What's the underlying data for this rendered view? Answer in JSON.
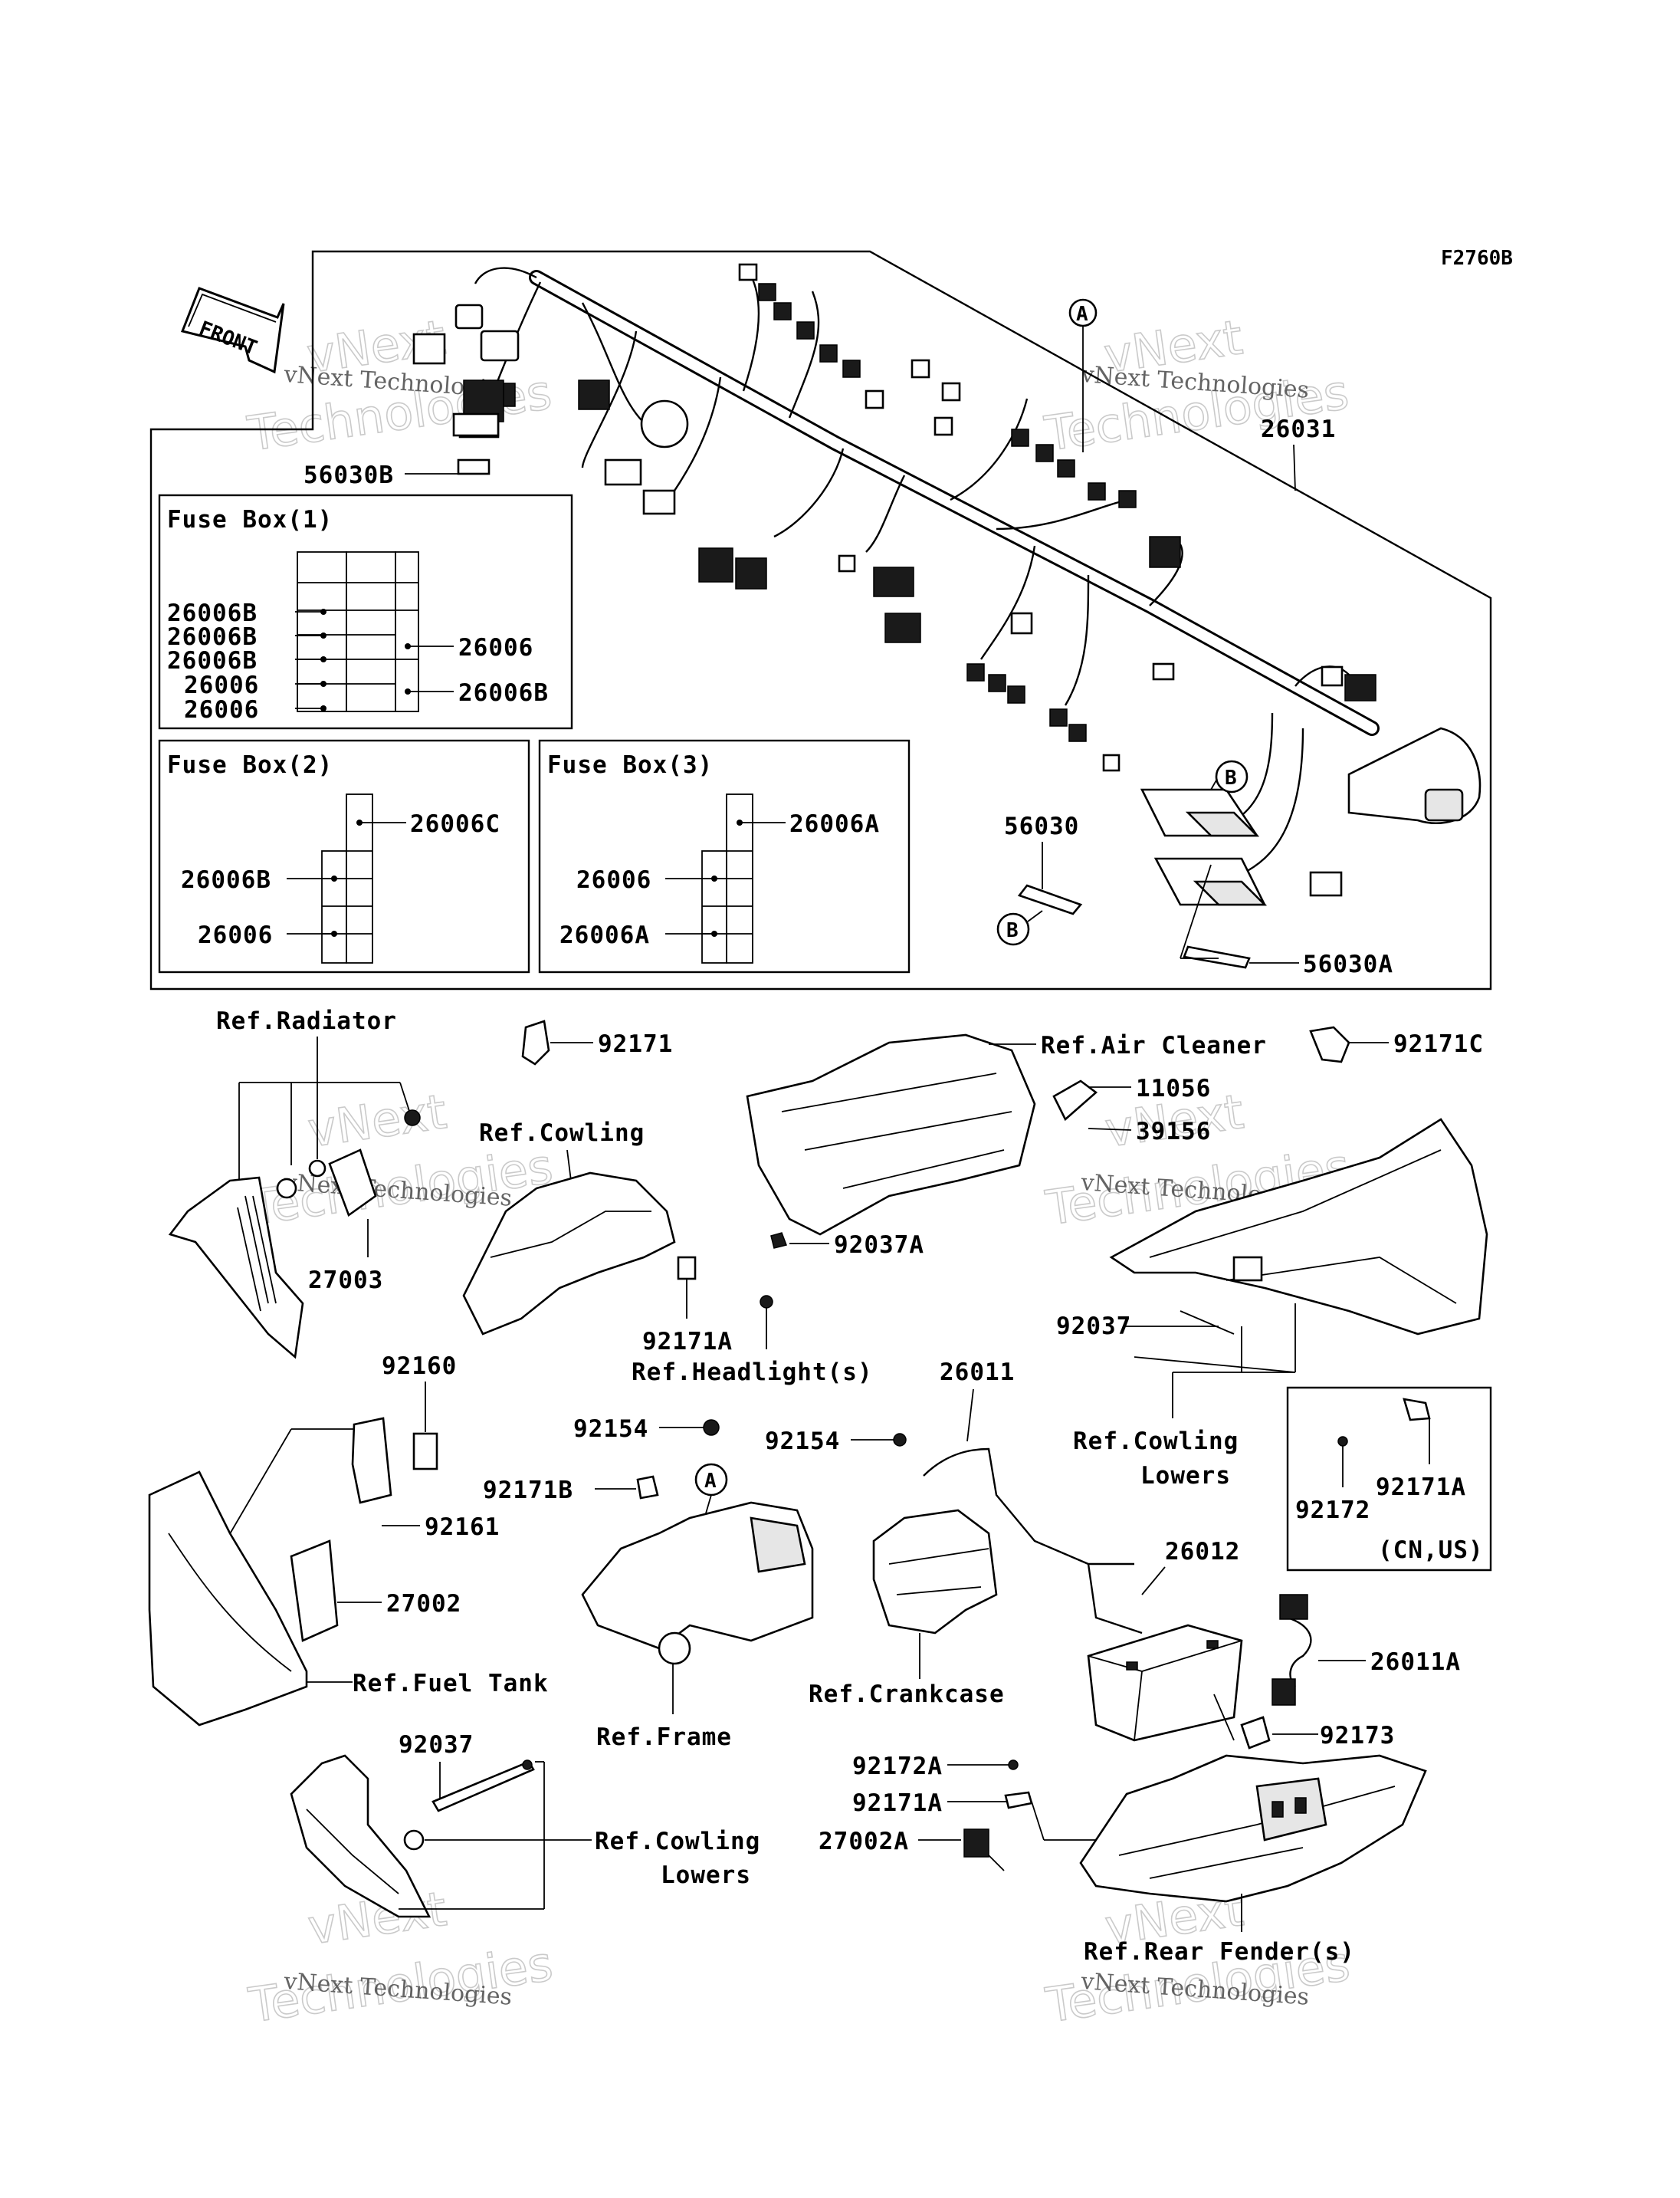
{
  "diagram_code": "F2760B",
  "front_label": "FRONT",
  "watermark": {
    "line1": "vNext",
    "line2": "Technologies",
    "small": "vNext Technologies"
  },
  "fuse_boxes": {
    "box1": {
      "title": "Fuse Box(1)",
      "left_labels": [
        "26006B",
        "26006B",
        "26006B",
        "26006",
        "26006"
      ],
      "right_labels": [
        "26006",
        "26006B"
      ]
    },
    "box2": {
      "title": "Fuse Box(2)",
      "labels": [
        "26006C",
        "26006B",
        "26006"
      ]
    },
    "box3": {
      "title": "Fuse Box(3)",
      "labels": [
        "26006A",
        "26006",
        "26006A"
      ]
    }
  },
  "callouts": {
    "c_56030B": "56030B",
    "c_26031": "26031",
    "c_56030": "56030",
    "c_56030A": "56030A",
    "c_A_top": "A",
    "c_B1": "B",
    "c_B2": "B",
    "c_ref_radiator": "Ref.Radiator",
    "c_92171": "92171",
    "c_ref_air_cleaner": "Ref.Air Cleaner",
    "c_92171C": "92171C",
    "c_ref_cowling": "Ref.Cowling",
    "c_11056": "11056",
    "c_39156": "39156",
    "c_27003": "27003",
    "c_92037A": "92037A",
    "c_92171A_a": "92171A",
    "c_ref_headlight": "Ref.Headlight(s)",
    "c_92037_a": "92037",
    "c_ref_cowling_lowers_a1": "Ref.Cowling",
    "c_ref_cowling_lowers_a2": "Lowers",
    "c_92160": "92160",
    "c_26011": "26011",
    "c_92154_a": "92154",
    "c_92154_b": "92154",
    "c_92171B": "92171B",
    "c_A_mid": "A",
    "c_92161": "92161",
    "c_92172": "92172",
    "c_92171A_b": "92171A",
    "c_cn_us": "(CN,US)",
    "c_26012": "26012",
    "c_27002": "27002",
    "c_26011A": "26011A",
    "c_ref_fuel_tank": "Ref.Fuel Tank",
    "c_ref_crankcase": "Ref.Crankcase",
    "c_92173": "92173",
    "c_ref_frame": "Ref.Frame",
    "c_92037_b": "92037",
    "c_92172A": "92172A",
    "c_92171A_c": "92171A",
    "c_27002A": "27002A",
    "c_ref_cowling_lowers_b1": "Ref.Cowling",
    "c_ref_cowling_lowers_b2": "Lowers",
    "c_ref_rear_fender": "Ref.Rear Fender(s)"
  }
}
